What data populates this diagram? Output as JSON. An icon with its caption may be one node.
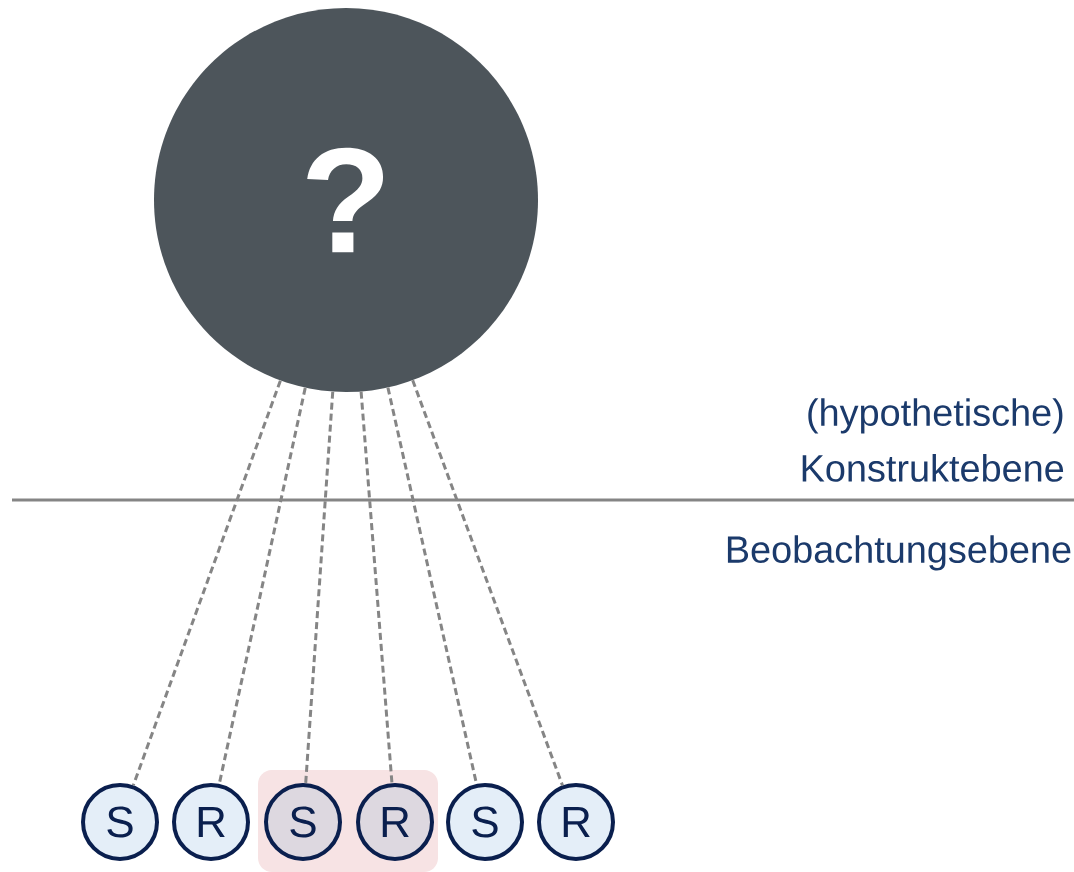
{
  "diagram": {
    "nodes": [
      {
        "text": [
          "?"
        ]
      },
      {
        "text": [
          "S"
        ]
      },
      {
        "text": [
          "R"
        ]
      },
      {
        "text": [
          "S"
        ]
      },
      {
        "text": [
          "R"
        ]
      },
      {
        "text": [
          "S"
        ]
      },
      {
        "text": [
          "R"
        ]
      }
    ],
    "edges": [
      {
        "from": 0,
        "to": 1,
        "arrow": "none",
        "style": "dashed"
      },
      {
        "from": 0,
        "to": 2,
        "arrow": "none",
        "style": "dashed"
      },
      {
        "from": 0,
        "to": 3,
        "arrow": "none",
        "style": "dashed"
      },
      {
        "from": 0,
        "to": 4,
        "arrow": "none",
        "style": "dashed"
      },
      {
        "from": 0,
        "to": 5,
        "arrow": "none",
        "style": "dashed"
      },
      {
        "from": 0,
        "to": 6,
        "arrow": "none",
        "style": "dashed"
      }
    ],
    "labels": [
      "(hypothetische) Konstruktebene",
      "Beobachtungsebene"
    ]
  }
}
